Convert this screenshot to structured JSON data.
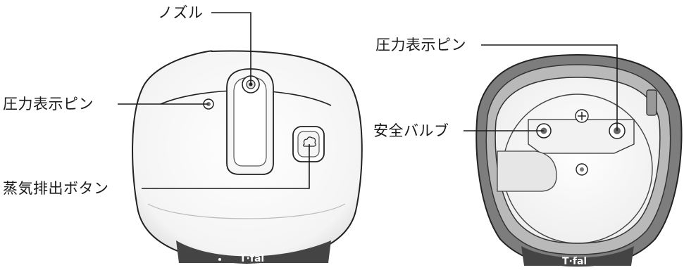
{
  "labels": {
    "nozzle": "ノズル",
    "pressure_pin_left": "圧力表示ピン",
    "steam_button": "蒸気排出ボタン",
    "pressure_pin_right": "圧力表示ピン",
    "safety_valve": "安全バルブ"
  },
  "brand": {
    "logo_text": "T·fal"
  },
  "colors": {
    "line": "#1a1a1a",
    "body_outline": "#222222",
    "gasket": "#8a8a8a",
    "base_band": "#444444"
  }
}
